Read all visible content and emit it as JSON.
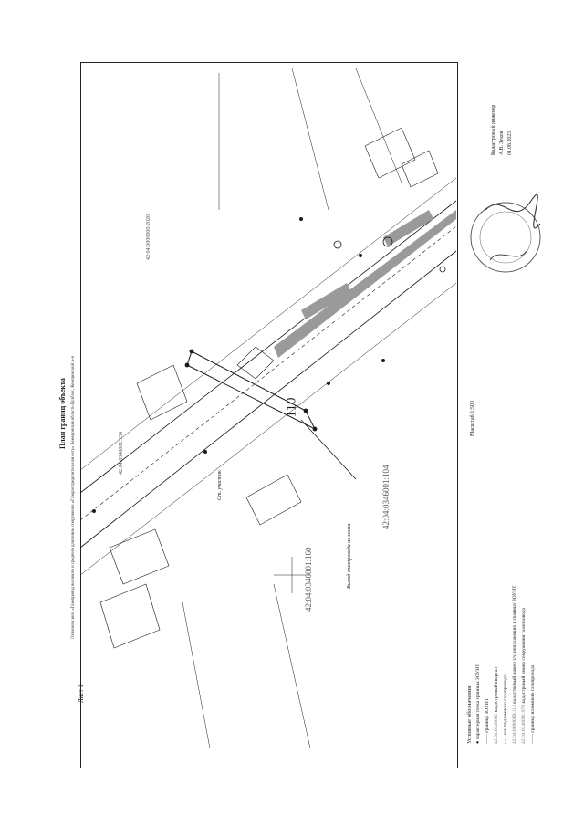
{
  "page": {
    "number": "110"
  },
  "sheet": {
    "label": "Лист 1"
  },
  "map": {
    "title": "План границ объекта",
    "subtitle": "Охранная зона «Газопровод высокого и среднего давления» сооружение «Газораспределительная сеть» Кемеровская область-Кузбасс, Кемеровский р-н",
    "scale": "Масштаб 1:500",
    "lots": [
      "42:04:0346001:160",
      "42:04:0346001:104",
      "42:04:0346001:154",
      "42:04:0000000:2026"
    ],
    "captions": [
      "Выход газопровода из земли",
      "Ст. участок"
    ]
  },
  "legend": {
    "title": "Условные обозначения:",
    "rows": [
      {
        "symbol": "point",
        "text": "характерная точка границы ЗОУИТ"
      },
      {
        "symbol": "line",
        "text": "граница ЗОУИТ"
      },
      {
        "symbol": "code",
        "code": "42:04:0346001",
        "text": "кадастровый квартал"
      },
      {
        "symbol": "dash",
        "text": "ось подземного газопровода"
      },
      {
        "symbol": "code",
        "code": "42:04:0000000:114",
        "text": "кадастровый номер з/у, попадающих в границу ЗОУИТ"
      },
      {
        "symbol": "code",
        "code": "42:04:0346001:979",
        "text": "кадастровый номер сооружения газопровода"
      },
      {
        "symbol": "line",
        "text": "граница наземного газопровода"
      }
    ]
  },
  "engineer": {
    "title": "Кадастровый инженер",
    "name": "А.В. Зуков",
    "date": "01.06.2023"
  },
  "colors": {
    "ink": "#1a1a1a",
    "grey_fill": "#9a9a9a"
  }
}
